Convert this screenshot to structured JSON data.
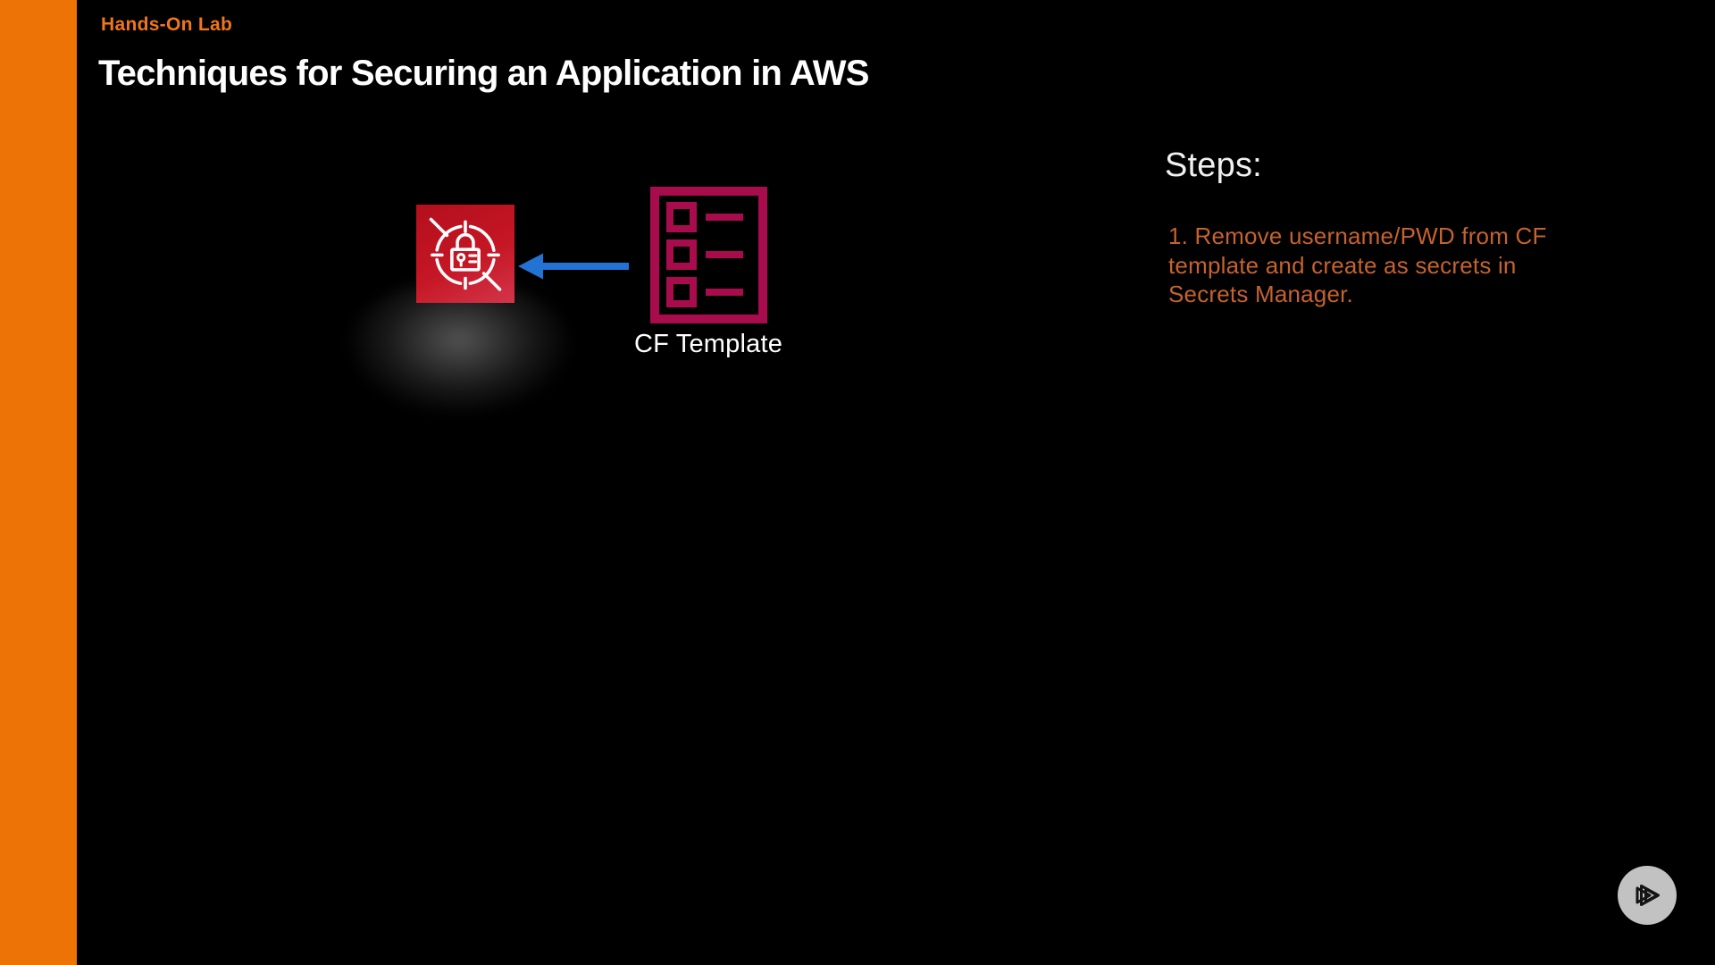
{
  "colors": {
    "background": "#000000",
    "sidebar_orange": "#EE7306",
    "eyebrow_orange": "#F0761C",
    "title_white": "#FFFFFF",
    "steps_heading_white": "#F0F0F0",
    "step_text_orange": "#C5622E",
    "secrets_red_dark": "#B30F1D",
    "secrets_red_light": "#D3354A",
    "cf_maroon": "#A90C4C",
    "arrow_blue": "#2273D4",
    "play_circle_gray": "#C2C2C2",
    "play_glyph_black": "#141414",
    "icon_stroke_white": "#FFFFFF"
  },
  "header": {
    "eyebrow": "Hands-On Lab",
    "title": "Techniques for Securing an Application in AWS"
  },
  "diagram": {
    "secrets_manager": {
      "icon": "secrets-manager-lock-target-icon"
    },
    "arrow": {
      "icon": "arrow-left-icon",
      "direction": "left"
    },
    "cf_template": {
      "icon": "cloudformation-template-list-icon",
      "label": "CF Template"
    }
  },
  "steps": {
    "heading": "Steps:",
    "step1": {
      "text": "1. Remove username/PWD from CF template and create as secrets in Secrets Manager.",
      "lines": [
        "1. Remove username/PWD from CF",
        "template and create as secrets in",
        "Secrets Manager."
      ]
    }
  },
  "player": {
    "play_icon": "pluralsight-play-icon"
  }
}
